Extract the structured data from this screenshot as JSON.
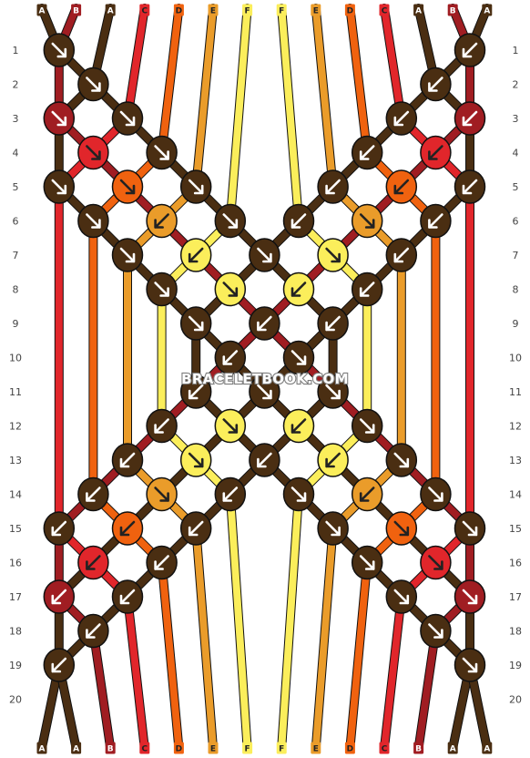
{
  "title": "",
  "watermark": "BRACELETBOOK.COM",
  "strings": [
    "A",
    "B",
    "A",
    "C",
    "D",
    "E",
    "F",
    "F",
    "E",
    "D",
    "C",
    "A",
    "B",
    "A"
  ],
  "rows": [
    "1",
    "2",
    "3",
    "4",
    "5",
    "6",
    "7",
    "8",
    "9",
    "10",
    "11",
    "12",
    "13",
    "14",
    "15",
    "16",
    "17",
    "18",
    "19",
    "20"
  ],
  "colors": {
    "A": "#4a2e12",
    "B": "#a01d22",
    "C": "#e1262b",
    "D": "#f0620f",
    "E": "#ea9c2a",
    "F": "#fbee5b"
  },
  "knot_rows": [
    {
      "row": "1",
      "knots": [
        {
          "col": 1,
          "color": "A",
          "dir": "down-right"
        },
        {
          "col": 13,
          "color": "A",
          "dir": "down-left"
        }
      ]
    },
    {
      "row": "2",
      "knots": [
        {
          "col": 2,
          "color": "A",
          "dir": "down-right"
        },
        {
          "col": 12,
          "color": "A",
          "dir": "down-left"
        }
      ]
    },
    {
      "row": "3",
      "knots": [
        {
          "col": 1,
          "color": "B",
          "dir": "down-right"
        },
        {
          "col": 3,
          "color": "A",
          "dir": "down-right"
        },
        {
          "col": 11,
          "color": "A",
          "dir": "down-left"
        },
        {
          "col": 13,
          "color": "B",
          "dir": "down-left"
        }
      ]
    },
    {
      "row": "4",
      "knots": [
        {
          "col": 2,
          "color": "C",
          "dir": "down-right"
        },
        {
          "col": 4,
          "color": "A",
          "dir": "down-right"
        },
        {
          "col": 10,
          "color": "A",
          "dir": "down-left"
        },
        {
          "col": 12,
          "color": "C",
          "dir": "down-left"
        }
      ]
    },
    {
      "row": "5",
      "knots": [
        {
          "col": 1,
          "color": "A",
          "dir": "down-right"
        },
        {
          "col": 3,
          "color": "D",
          "dir": "down-right"
        },
        {
          "col": 5,
          "color": "A",
          "dir": "down-right"
        },
        {
          "col": 9,
          "color": "A",
          "dir": "down-left"
        },
        {
          "col": 11,
          "color": "D",
          "dir": "down-left"
        },
        {
          "col": 13,
          "color": "A",
          "dir": "down-left"
        }
      ]
    },
    {
      "row": "6",
      "knots": [
        {
          "col": 2,
          "color": "A",
          "dir": "down-right"
        },
        {
          "col": 4,
          "color": "E",
          "dir": "down-left"
        },
        {
          "col": 6,
          "color": "A",
          "dir": "down-right"
        },
        {
          "col": 8,
          "color": "A",
          "dir": "down-left"
        },
        {
          "col": 10,
          "color": "E",
          "dir": "down-right"
        },
        {
          "col": 12,
          "color": "A",
          "dir": "down-left"
        }
      ]
    },
    {
      "row": "7",
      "knots": [
        {
          "col": 3,
          "color": "A",
          "dir": "down-right"
        },
        {
          "col": 5,
          "color": "F",
          "dir": "down-left"
        },
        {
          "col": 7,
          "color": "A",
          "dir": "down-right"
        },
        {
          "col": 9,
          "color": "F",
          "dir": "down-right"
        },
        {
          "col": 11,
          "color": "A",
          "dir": "down-left"
        }
      ]
    },
    {
      "row": "8",
      "knots": [
        {
          "col": 4,
          "color": "A",
          "dir": "down-right"
        },
        {
          "col": 6,
          "color": "F",
          "dir": "down-right"
        },
        {
          "col": 8,
          "color": "F",
          "dir": "down-left"
        },
        {
          "col": 10,
          "color": "A",
          "dir": "down-left"
        }
      ]
    },
    {
      "row": "9",
      "knots": [
        {
          "col": 5,
          "color": "A",
          "dir": "down-right"
        },
        {
          "col": 7,
          "color": "A",
          "dir": "down-left"
        },
        {
          "col": 9,
          "color": "A",
          "dir": "down-left"
        }
      ]
    },
    {
      "row": "10",
      "knots": [
        {
          "col": 6,
          "color": "A",
          "dir": "down-left"
        },
        {
          "col": 8,
          "color": "A",
          "dir": "down-right"
        }
      ]
    },
    {
      "row": "11",
      "knots": [
        {
          "col": 5,
          "color": "A",
          "dir": "down-left"
        },
        {
          "col": 7,
          "color": "A",
          "dir": "down-right"
        },
        {
          "col": 9,
          "color": "A",
          "dir": "down-right"
        }
      ]
    },
    {
      "row": "12",
      "knots": [
        {
          "col": 4,
          "color": "A",
          "dir": "down-left"
        },
        {
          "col": 6,
          "color": "F",
          "dir": "down-right"
        },
        {
          "col": 8,
          "color": "F",
          "dir": "down-left"
        },
        {
          "col": 10,
          "color": "A",
          "dir": "down-right"
        }
      ]
    },
    {
      "row": "13",
      "knots": [
        {
          "col": 3,
          "color": "A",
          "dir": "down-left"
        },
        {
          "col": 5,
          "color": "F",
          "dir": "down-right"
        },
        {
          "col": 7,
          "color": "A",
          "dir": "down-left"
        },
        {
          "col": 9,
          "color": "F",
          "dir": "down-left"
        },
        {
          "col": 11,
          "color": "A",
          "dir": "down-right"
        }
      ]
    },
    {
      "row": "14",
      "knots": [
        {
          "col": 2,
          "color": "A",
          "dir": "down-left"
        },
        {
          "col": 4,
          "color": "E",
          "dir": "down-right"
        },
        {
          "col": 6,
          "color": "A",
          "dir": "down-left"
        },
        {
          "col": 8,
          "color": "A",
          "dir": "down-right"
        },
        {
          "col": 10,
          "color": "E",
          "dir": "down-left"
        },
        {
          "col": 12,
          "color": "A",
          "dir": "down-right"
        }
      ]
    },
    {
      "row": "15",
      "knots": [
        {
          "col": 1,
          "color": "A",
          "dir": "down-left"
        },
        {
          "col": 3,
          "color": "D",
          "dir": "down-left"
        },
        {
          "col": 5,
          "color": "A",
          "dir": "down-left"
        },
        {
          "col": 9,
          "color": "A",
          "dir": "down-right"
        },
        {
          "col": 11,
          "color": "D",
          "dir": "down-right"
        },
        {
          "col": 13,
          "color": "A",
          "dir": "down-right"
        }
      ]
    },
    {
      "row": "16",
      "knots": [
        {
          "col": 2,
          "color": "C",
          "dir": "down-left"
        },
        {
          "col": 4,
          "color": "A",
          "dir": "down-left"
        },
        {
          "col": 10,
          "color": "A",
          "dir": "down-right"
        },
        {
          "col": 12,
          "color": "C",
          "dir": "down-right"
        }
      ]
    },
    {
      "row": "17",
      "knots": [
        {
          "col": 1,
          "color": "B",
          "dir": "down-left"
        },
        {
          "col": 3,
          "color": "A",
          "dir": "down-left"
        },
        {
          "col": 11,
          "color": "A",
          "dir": "down-right"
        },
        {
          "col": 13,
          "color": "B",
          "dir": "down-right"
        }
      ]
    },
    {
      "row": "18",
      "knots": [
        {
          "col": 2,
          "color": "A",
          "dir": "down-left"
        },
        {
          "col": 12,
          "color": "A",
          "dir": "down-right"
        }
      ]
    },
    {
      "row": "19",
      "knots": [
        {
          "col": 1,
          "color": "A",
          "dir": "down-left"
        },
        {
          "col": 13,
          "color": "A",
          "dir": "down-right"
        }
      ]
    }
  ]
}
